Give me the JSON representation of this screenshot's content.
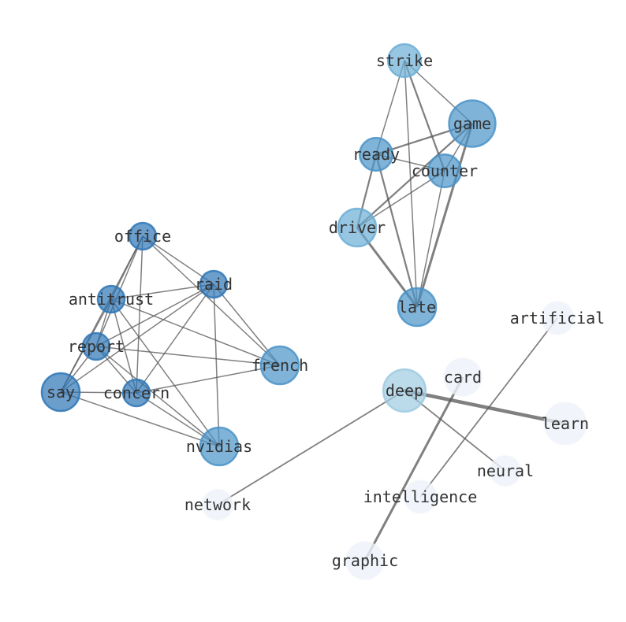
{
  "colors": {
    "edge": "#555555",
    "c1": "#2e75b6",
    "c2": "#4a93c8",
    "c3": "#6baed6",
    "c4": "#9ecae1",
    "pale": "#eef3fa"
  },
  "nodes": [
    {
      "id": "office",
      "label": "office",
      "weight": 1,
      "color": "c1"
    },
    {
      "id": "raid",
      "label": "raid",
      "weight": 1,
      "color": "c1"
    },
    {
      "id": "antitrust",
      "label": "antitrust",
      "weight": 1,
      "color": "c1"
    },
    {
      "id": "report",
      "label": "report",
      "weight": 1,
      "color": "c1"
    },
    {
      "id": "french",
      "label": "french",
      "weight": 2,
      "color": "c2"
    },
    {
      "id": "say",
      "label": "say",
      "weight": 2,
      "color": "c1"
    },
    {
      "id": "concern",
      "label": "concern",
      "weight": 1,
      "color": "c1"
    },
    {
      "id": "nvidias",
      "label": "nvidias",
      "weight": 2,
      "color": "c2"
    },
    {
      "id": "strike",
      "label": "strike",
      "weight": 1.5,
      "color": "c3"
    },
    {
      "id": "game",
      "label": "game",
      "weight": 3,
      "color": "c2"
    },
    {
      "id": "ready",
      "label": "ready",
      "weight": 1.5,
      "color": "c2"
    },
    {
      "id": "counter",
      "label": "counter",
      "weight": 1.5,
      "color": "c2"
    },
    {
      "id": "driver",
      "label": "driver",
      "weight": 2,
      "color": "c3"
    },
    {
      "id": "late",
      "label": "late",
      "weight": 2,
      "color": "c2"
    },
    {
      "id": "deep",
      "label": "deep",
      "weight": 2.5,
      "color": "c4"
    },
    {
      "id": "card",
      "label": "card",
      "weight": 2,
      "color": "pale"
    },
    {
      "id": "artificial",
      "label": "artificial",
      "weight": 1.5,
      "color": "pale"
    },
    {
      "id": "learn",
      "label": "learn",
      "weight": 2.5,
      "color": "pale"
    },
    {
      "id": "neural",
      "label": "neural",
      "weight": 1.3,
      "color": "pale"
    },
    {
      "id": "intelligence",
      "label": "intelligence",
      "weight": 1.5,
      "color": "pale"
    },
    {
      "id": "network",
      "label": "network",
      "weight": 1.3,
      "color": "pale"
    },
    {
      "id": "graphic",
      "label": "graphic",
      "weight": 2,
      "color": "pale"
    }
  ],
  "edges": [
    [
      "office",
      "raid",
      1
    ],
    [
      "office",
      "antitrust",
      1
    ],
    [
      "office",
      "report",
      1
    ],
    [
      "office",
      "say",
      1
    ],
    [
      "office",
      "concern",
      1
    ],
    [
      "office",
      "french",
      1
    ],
    [
      "raid",
      "antitrust",
      1
    ],
    [
      "raid",
      "report",
      1
    ],
    [
      "raid",
      "say",
      1
    ],
    [
      "raid",
      "concern",
      1
    ],
    [
      "raid",
      "french",
      1
    ],
    [
      "raid",
      "nvidias",
      1
    ],
    [
      "antitrust",
      "report",
      1
    ],
    [
      "antitrust",
      "say",
      1
    ],
    [
      "antitrust",
      "concern",
      1
    ],
    [
      "antitrust",
      "french",
      1
    ],
    [
      "antitrust",
      "nvidias",
      1
    ],
    [
      "report",
      "french",
      1
    ],
    [
      "report",
      "say",
      1
    ],
    [
      "report",
      "concern",
      1
    ],
    [
      "report",
      "nvidias",
      1
    ],
    [
      "say",
      "concern",
      1
    ],
    [
      "say",
      "nvidias",
      1
    ],
    [
      "concern",
      "french",
      1
    ],
    [
      "concern",
      "nvidias",
      1
    ],
    [
      "strike",
      "ready",
      1
    ],
    [
      "strike",
      "late",
      1
    ],
    [
      "strike",
      "counter",
      1.5
    ],
    [
      "strike",
      "game",
      1
    ],
    [
      "game",
      "ready",
      1.5
    ],
    [
      "game",
      "driver",
      1.5
    ],
    [
      "game",
      "counter",
      1
    ],
    [
      "game",
      "late",
      2
    ],
    [
      "ready",
      "counter",
      1
    ],
    [
      "ready",
      "driver",
      1.5
    ],
    [
      "ready",
      "late",
      1.5
    ],
    [
      "counter",
      "driver",
      1
    ],
    [
      "counter",
      "late",
      1
    ],
    [
      "driver",
      "late",
      2
    ],
    [
      "deep",
      "learn",
      3
    ],
    [
      "deep",
      "neural",
      1.2
    ],
    [
      "deep",
      "network",
      1.2
    ],
    [
      "card",
      "graphic",
      2
    ],
    [
      "artificial",
      "intelligence",
      1.2
    ]
  ]
}
